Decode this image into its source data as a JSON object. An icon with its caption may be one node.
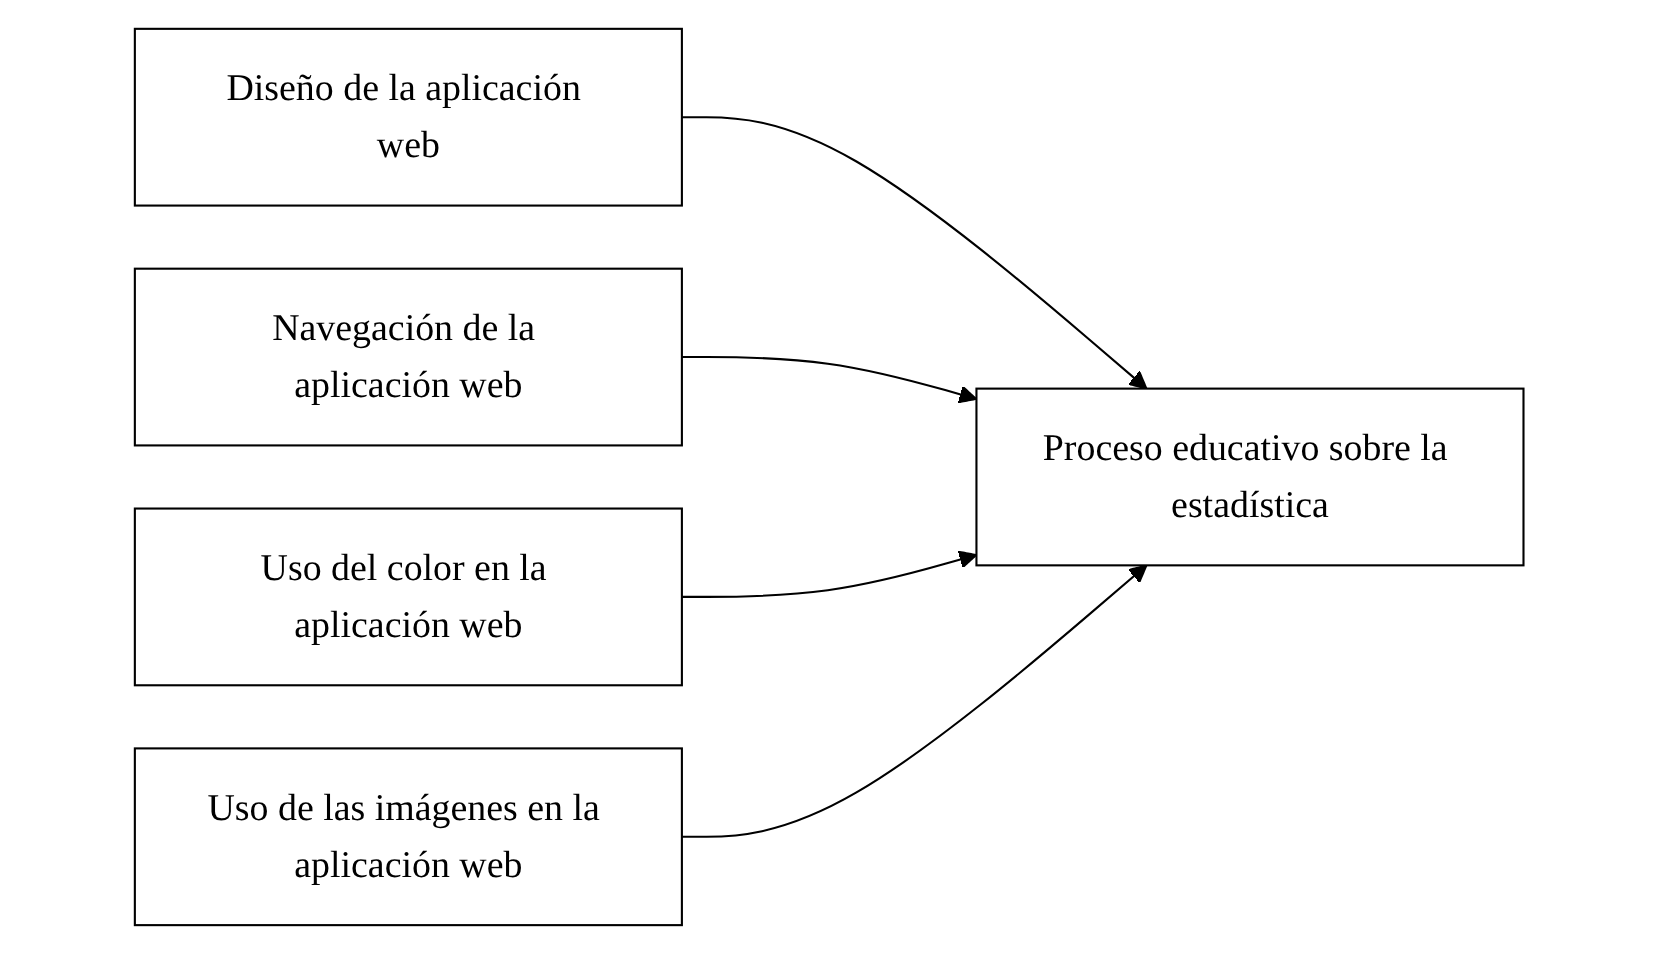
{
  "diagram": {
    "nodes": [
      {
        "text": [
          "Diseño de la aplicación web"
        ]
      },
      {
        "text": [
          "Navegación de la aplicación web"
        ]
      },
      {
        "text": [
          "Uso del color en la aplicación web"
        ]
      },
      {
        "text": [
          "Uso de las imágenes en la aplicación web"
        ]
      },
      {
        "text": [
          "Proceso educativo sobre la estadística"
        ]
      }
    ],
    "edges": [
      {
        "from": 0,
        "to": 4,
        "arrow": "to"
      },
      {
        "from": 1,
        "to": 4,
        "arrow": "to"
      },
      {
        "from": 2,
        "to": 4,
        "arrow": "to"
      },
      {
        "from": 3,
        "to": 4,
        "arrow": "to"
      }
    ]
  }
}
